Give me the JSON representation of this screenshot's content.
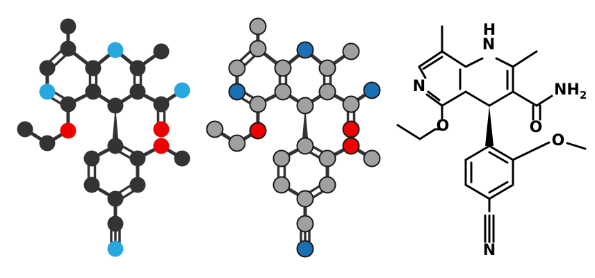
{
  "colors": {
    "background": "#ffffff",
    "model1": {
      "bond": "#333333",
      "C": "#333333",
      "N": "#29a8e0",
      "O": "#ee0000",
      "outline": "none"
    },
    "model2": {
      "bond": "#333333",
      "C": "#a0a0a0",
      "N": "#1a6fb5",
      "O": "#ee0000",
      "outline": "#1a1a1a"
    },
    "skeletal": {
      "bond": "#000000"
    }
  },
  "labels": {
    "nh_n": "N",
    "nh_h": "H",
    "pyridine_n": "N",
    "ether_o": "O",
    "amide_n": "N",
    "amide_h": "H",
    "amide_sub": "2",
    "carbonyl_o": "O",
    "methoxy_o": "O",
    "nitrile_n": "N"
  },
  "atoms": [
    {
      "id": "ch3_top",
      "el": "C"
    },
    {
      "id": "c8",
      "el": "C"
    },
    {
      "id": "c7",
      "el": "C"
    },
    {
      "id": "n6",
      "el": "N"
    },
    {
      "id": "c5",
      "el": "C"
    },
    {
      "id": "c4a",
      "el": "C"
    },
    {
      "id": "c8a",
      "el": "C"
    },
    {
      "id": "n1",
      "el": "N"
    },
    {
      "id": "c2",
      "el": "C"
    },
    {
      "id": "ch3_r",
      "el": "C"
    },
    {
      "id": "c3",
      "el": "C"
    },
    {
      "id": "c4",
      "el": "C"
    },
    {
      "id": "o_eth",
      "el": "O"
    },
    {
      "id": "ch2",
      "el": "C"
    },
    {
      "id": "ch3_eth",
      "el": "C"
    },
    {
      "id": "c_amide",
      "el": "C"
    },
    {
      "id": "n_amide",
      "el": "N"
    },
    {
      "id": "o_amide",
      "el": "O"
    },
    {
      "id": "ar1",
      "el": "C"
    },
    {
      "id": "ar2",
      "el": "C"
    },
    {
      "id": "o_me",
      "el": "O"
    },
    {
      "id": "ch3_me",
      "el": "C"
    },
    {
      "id": "ar3",
      "el": "C"
    },
    {
      "id": "ar4",
      "el": "C"
    },
    {
      "id": "ar5",
      "el": "C"
    },
    {
      "id": "ar6",
      "el": "C"
    },
    {
      "id": "c_cn",
      "el": "C"
    },
    {
      "id": "n_cn",
      "el": "N"
    }
  ],
  "bonds": [
    {
      "a": "ch3_top",
      "b": "c8",
      "order": 1
    },
    {
      "a": "c8",
      "b": "c7",
      "order": 2
    },
    {
      "a": "c7",
      "b": "n6",
      "order": 1
    },
    {
      "a": "n6",
      "b": "c5",
      "order": 2
    },
    {
      "a": "c5",
      "b": "c4a",
      "order": 1
    },
    {
      "a": "c4a",
      "b": "c8a",
      "order": 2
    },
    {
      "a": "c8a",
      "b": "c8",
      "order": 1
    },
    {
      "a": "c8a",
      "b": "n1",
      "order": 1
    },
    {
      "a": "n1",
      "b": "c2",
      "order": 1
    },
    {
      "a": "c2",
      "b": "ch3_r",
      "order": 1
    },
    {
      "a": "c2",
      "b": "c3",
      "order": 2
    },
    {
      "a": "c3",
      "b": "c4",
      "order": 1
    },
    {
      "a": "c4",
      "b": "c4a",
      "order": 1
    },
    {
      "a": "c5",
      "b": "o_eth",
      "order": 1
    },
    {
      "a": "o_eth",
      "b": "ch2",
      "order": 1
    },
    {
      "a": "ch2",
      "b": "ch3_eth",
      "order": 1
    },
    {
      "a": "c3",
      "b": "c_amide",
      "order": 1
    },
    {
      "a": "c_amide",
      "b": "n_amide",
      "order": 1
    },
    {
      "a": "c_amide",
      "b": "o_amide",
      "order": 2
    },
    {
      "a": "c4",
      "b": "ar1",
      "order": 1,
      "stereo": "wedge"
    },
    {
      "a": "ar1",
      "b": "ar2",
      "order": 2
    },
    {
      "a": "ar2",
      "b": "o_me",
      "order": 1
    },
    {
      "a": "o_me",
      "b": "ch3_me",
      "order": 1
    },
    {
      "a": "ar2",
      "b": "ar3",
      "order": 1
    },
    {
      "a": "ar3",
      "b": "ar4",
      "order": 2
    },
    {
      "a": "ar4",
      "b": "ar5",
      "order": 1
    },
    {
      "a": "ar5",
      "b": "ar6",
      "order": 2
    },
    {
      "a": "ar6",
      "b": "ar1",
      "order": 1
    },
    {
      "a": "ar4",
      "b": "c_cn",
      "order": 1
    },
    {
      "a": "c_cn",
      "b": "n_cn",
      "order": 3
    }
  ]
}
